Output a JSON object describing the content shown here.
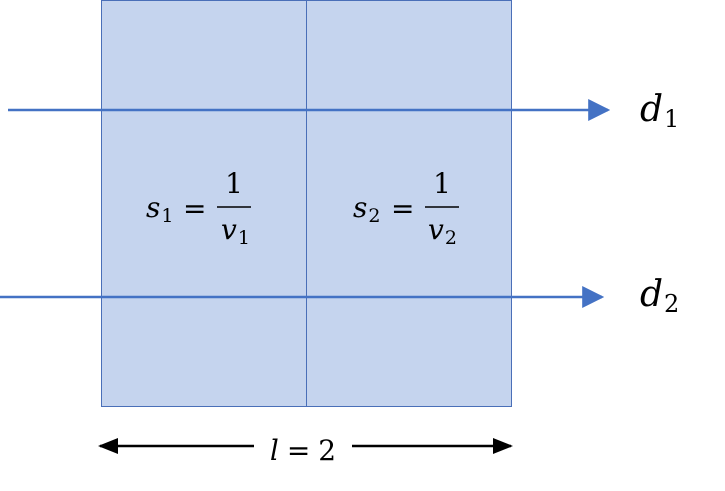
{
  "colors": {
    "cell_fill": "#c5d4ee",
    "cell_border": "#4a6fb8",
    "ray": "#4472c4",
    "text": "#000000"
  },
  "rays": [
    {
      "symbol": "d",
      "subscript": "1"
    },
    {
      "symbol": "d",
      "subscript": "2"
    }
  ],
  "cells": [
    {
      "lhs_symbol": "s",
      "lhs_subscript": "1",
      "equals": "=",
      "numerator": "1",
      "denominator_symbol": "v",
      "denominator_subscript": "1"
    },
    {
      "lhs_symbol": "s",
      "lhs_subscript": "2",
      "equals": "=",
      "numerator": "1",
      "denominator_symbol": "v",
      "denominator_subscript": "2"
    }
  ],
  "dimension": {
    "symbol": "l",
    "equals": "=",
    "value": "2"
  }
}
